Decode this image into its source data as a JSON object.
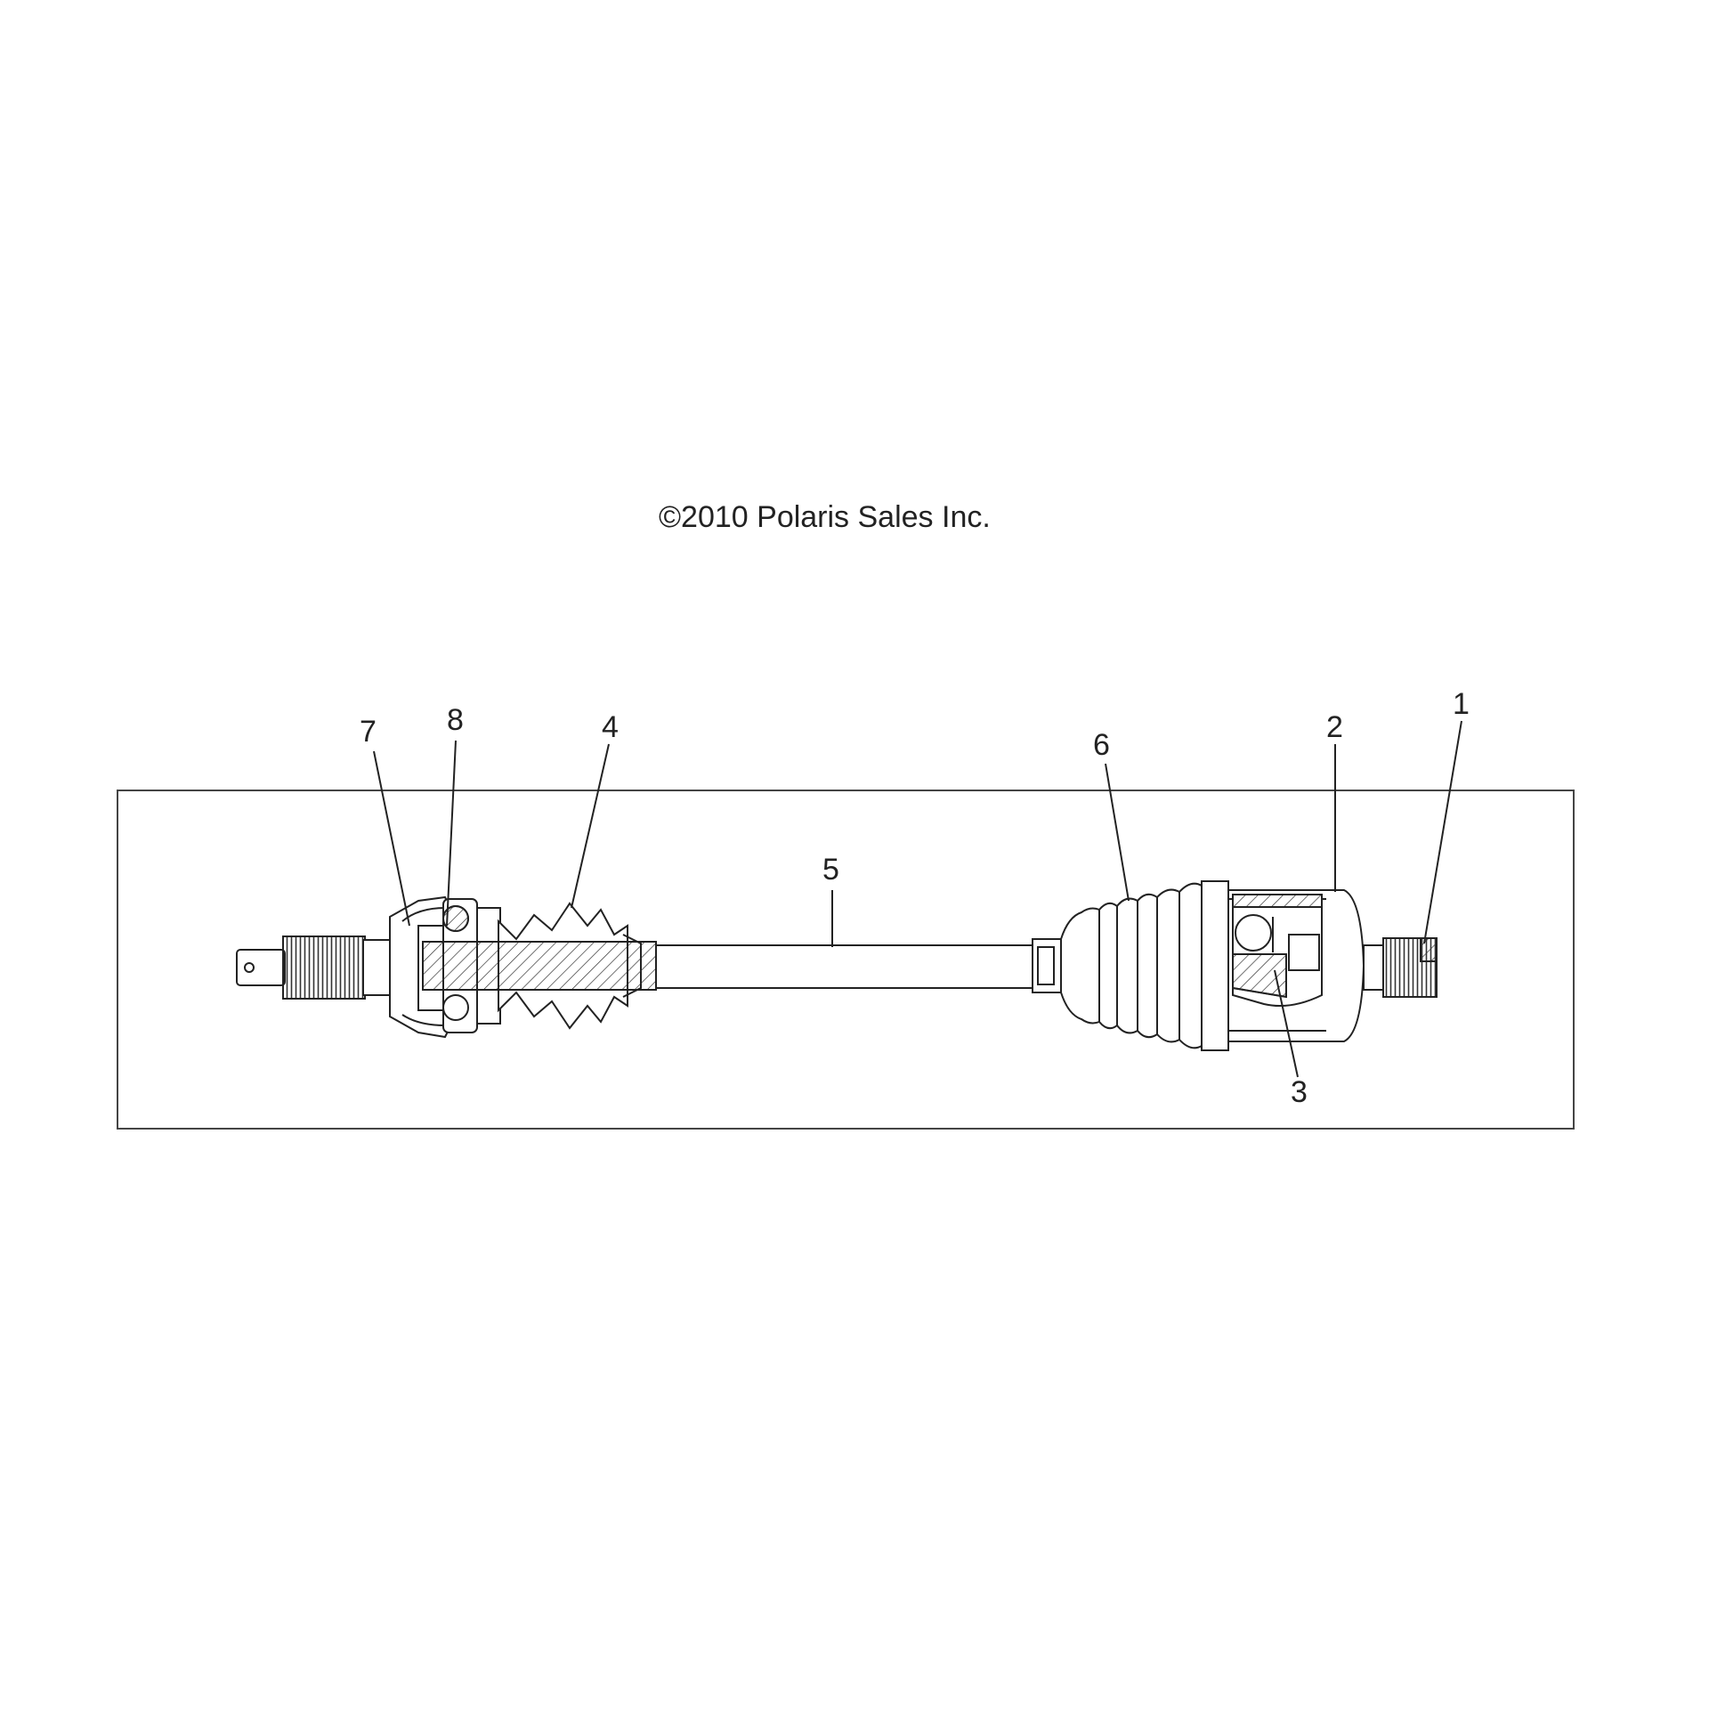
{
  "copyright": "©2010 Polaris Sales Inc.",
  "callouts": {
    "c1": "1",
    "c2": "2",
    "c3": "3",
    "c4": "4",
    "c5": "5",
    "c6": "6",
    "c7": "7",
    "c8": "8"
  }
}
